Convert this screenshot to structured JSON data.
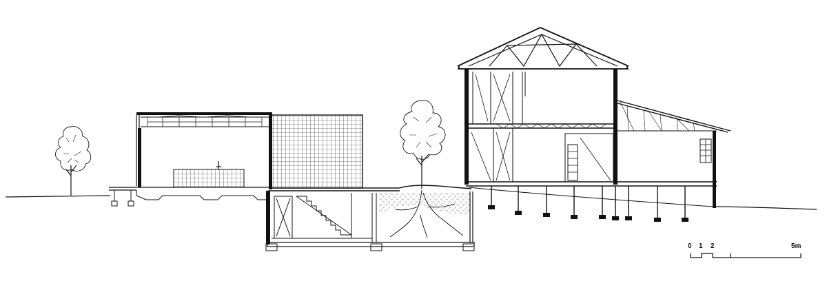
{
  "drawing": {
    "type": "architectural-section",
    "line_color": "#111111",
    "background": "#ffffff"
  },
  "scale_bar": {
    "labels": [
      "0",
      "1",
      "2",
      "5m"
    ],
    "ticks_m": [
      0,
      1,
      2,
      5
    ]
  }
}
